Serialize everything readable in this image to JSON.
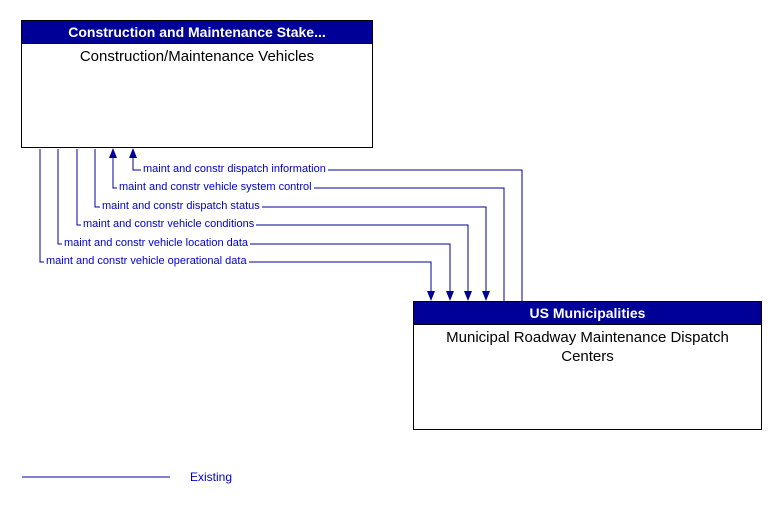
{
  "nodes": {
    "vehicles": {
      "header": "Construction and Maintenance Stake...",
      "title": "Construction/Maintenance Vehicles"
    },
    "dispatch": {
      "header": "US Municipalities",
      "title": "Municipal Roadway Maintenance Dispatch Centers"
    }
  },
  "flows": [
    {
      "label": "maint and constr dispatch information",
      "direction": "to-vehicles"
    },
    {
      "label": "maint and constr vehicle system control",
      "direction": "to-vehicles"
    },
    {
      "label": "maint and constr dispatch status",
      "direction": "to-dispatch"
    },
    {
      "label": "maint and constr vehicle conditions",
      "direction": "to-dispatch"
    },
    {
      "label": "maint and constr vehicle location data",
      "direction": "to-dispatch"
    },
    {
      "label": "maint and constr vehicle operational data",
      "direction": "to-dispatch"
    }
  ],
  "legend": {
    "label": "Existing",
    "line_style": "solid"
  },
  "colors": {
    "header_bg": "#000099",
    "header_text": "#ffffff",
    "flow_line": "#000099",
    "flow_label_text": "#0000cc",
    "node_border": "#000000",
    "background": "#ffffff"
  }
}
